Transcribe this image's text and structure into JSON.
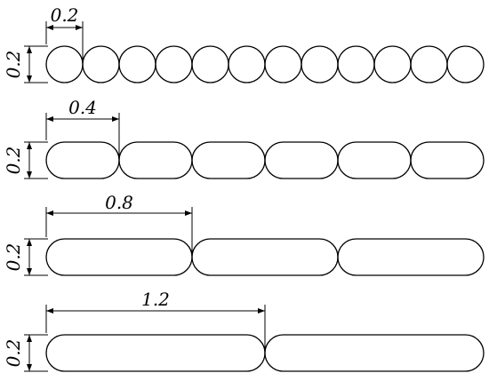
{
  "rows": [
    {
      "length_label": "0.2",
      "height_label": "0.2",
      "length": 0.2,
      "height": 0.2,
      "count": 12
    },
    {
      "length_label": "0.4",
      "height_label": "0.2",
      "length": 0.4,
      "height": 0.2,
      "count": 6
    },
    {
      "length_label": "0.8",
      "height_label": "0.2",
      "length": 0.8,
      "height": 0.2,
      "count": 3
    },
    {
      "length_label": "1.2",
      "height_label": "0.2",
      "length": 1.2,
      "height": 0.2,
      "count": 2
    }
  ]
}
